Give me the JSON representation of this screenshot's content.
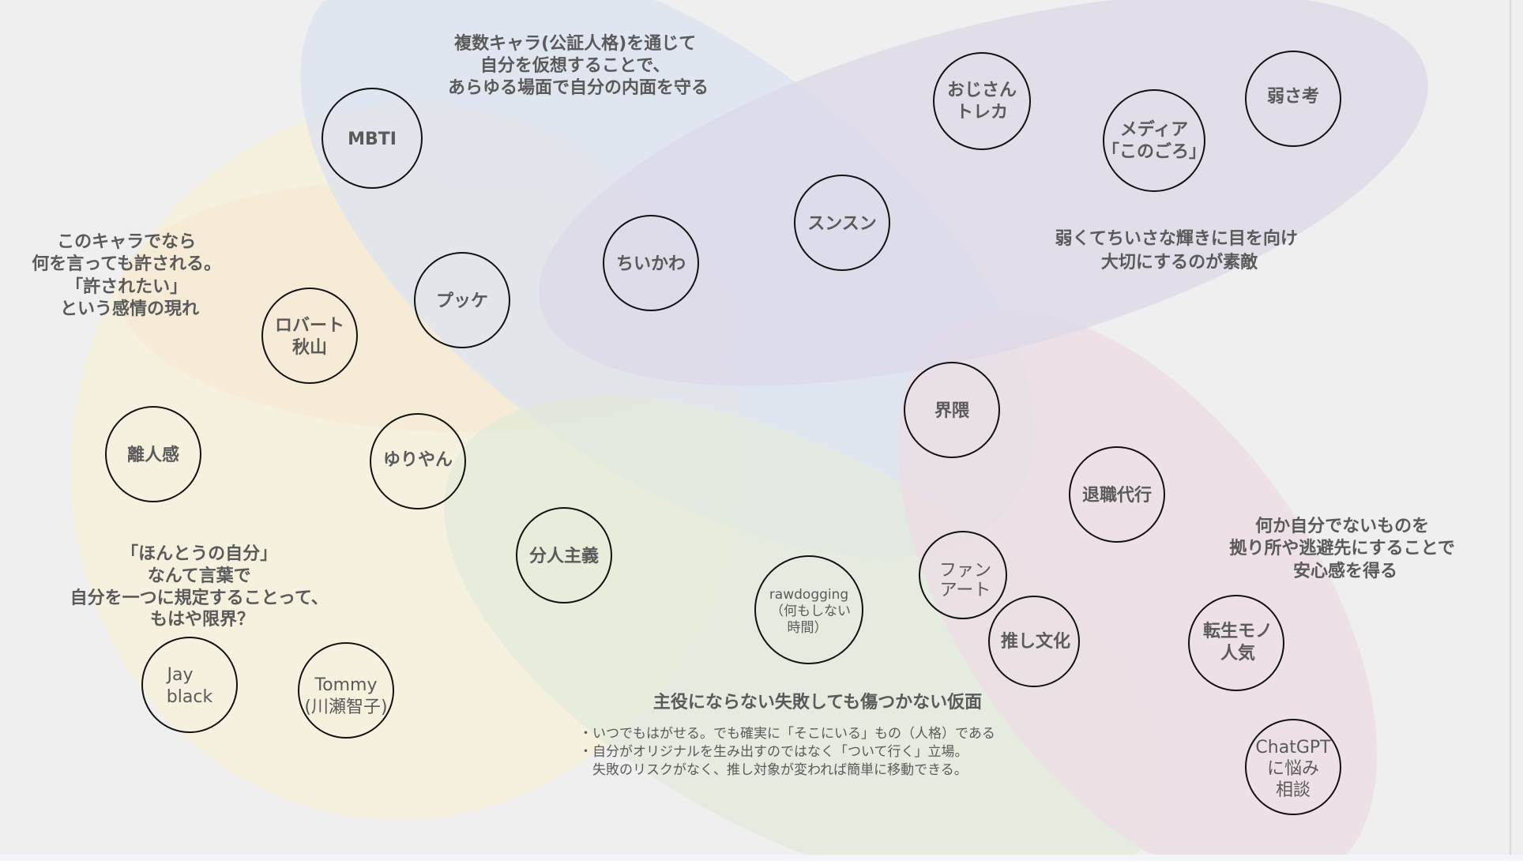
{
  "colors": {
    "background": "#efefef",
    "blue_group": "#dbe3f0",
    "purple_group": "#ddd9e8",
    "yellow_group": "#f6f0dc",
    "orange_group": "#f6e8d4",
    "green_group": "#e4eadb",
    "pink_group": "#ecdfe5",
    "text": "#5a5a5a"
  },
  "captions": {
    "multi_persona": [
      "複数キャラ(公証人格)を通じて",
      "自分を仮想することで、",
      "あらゆる場面で自分の内面を守る"
    ],
    "forgiven": [
      "このキャラでなら",
      "何を言っても許される。",
      "「許されたい」",
      "という感情の現れ"
    ],
    "small_shine": [
      "弱くてちいさな輝きに目を向け",
      "大切にするのが素敵"
    ],
    "true_self": [
      "「ほんとうの自分」",
      "なんて言葉で",
      "自分を一つに規定することって、",
      "もはや限界？"
    ],
    "mask_title": "主役にならない失敗しても傷つかない仮面",
    "mask_bullets": [
      "・いつでもはがせる。でも確実に「そこにいる」もの（人格）である",
      "・自分がオリジナルを生み出すのではなく「ついて行く」立場。",
      "　失敗のリスクがなく、推し対象が変われば簡単に移動できる。"
    ],
    "refuge": [
      "何か自分でないものを",
      "拠り所や逃避先にすることで",
      "安心感を得る"
    ]
  },
  "nodes": {
    "mbti": [
      "MBTI"
    ],
    "chiikawa": [
      "ちいかわ"
    ],
    "pukke": [
      "プッケ"
    ],
    "robert": [
      "ロバート",
      "秋山"
    ],
    "sunsun": [
      "スンスン"
    ],
    "ojisan": [
      "おじさん",
      "トレカ"
    ],
    "media": [
      "メディア",
      "「このごろ」"
    ],
    "yowasa": [
      "弱さ考"
    ],
    "kaiwai": [
      "界隈"
    ],
    "rijin": [
      "離人感"
    ],
    "yuriyan": [
      "ゆりやん"
    ],
    "taishoku": [
      "退職代行"
    ],
    "bunjin": [
      "分人主義"
    ],
    "fanart": [
      "ファン",
      "アート"
    ],
    "rawdogging": [
      "rawdogging",
      "（何もしない",
      "時間）"
    ],
    "oshi": [
      "推し文化"
    ],
    "tensei": [
      "転生モノ",
      "人気"
    ],
    "jay": [
      "Jay",
      "black"
    ],
    "tommy": [
      "Tommy",
      "(川瀬智子)"
    ],
    "chatgpt": [
      "ChatGPT",
      "に悩み",
      "相談"
    ]
  }
}
